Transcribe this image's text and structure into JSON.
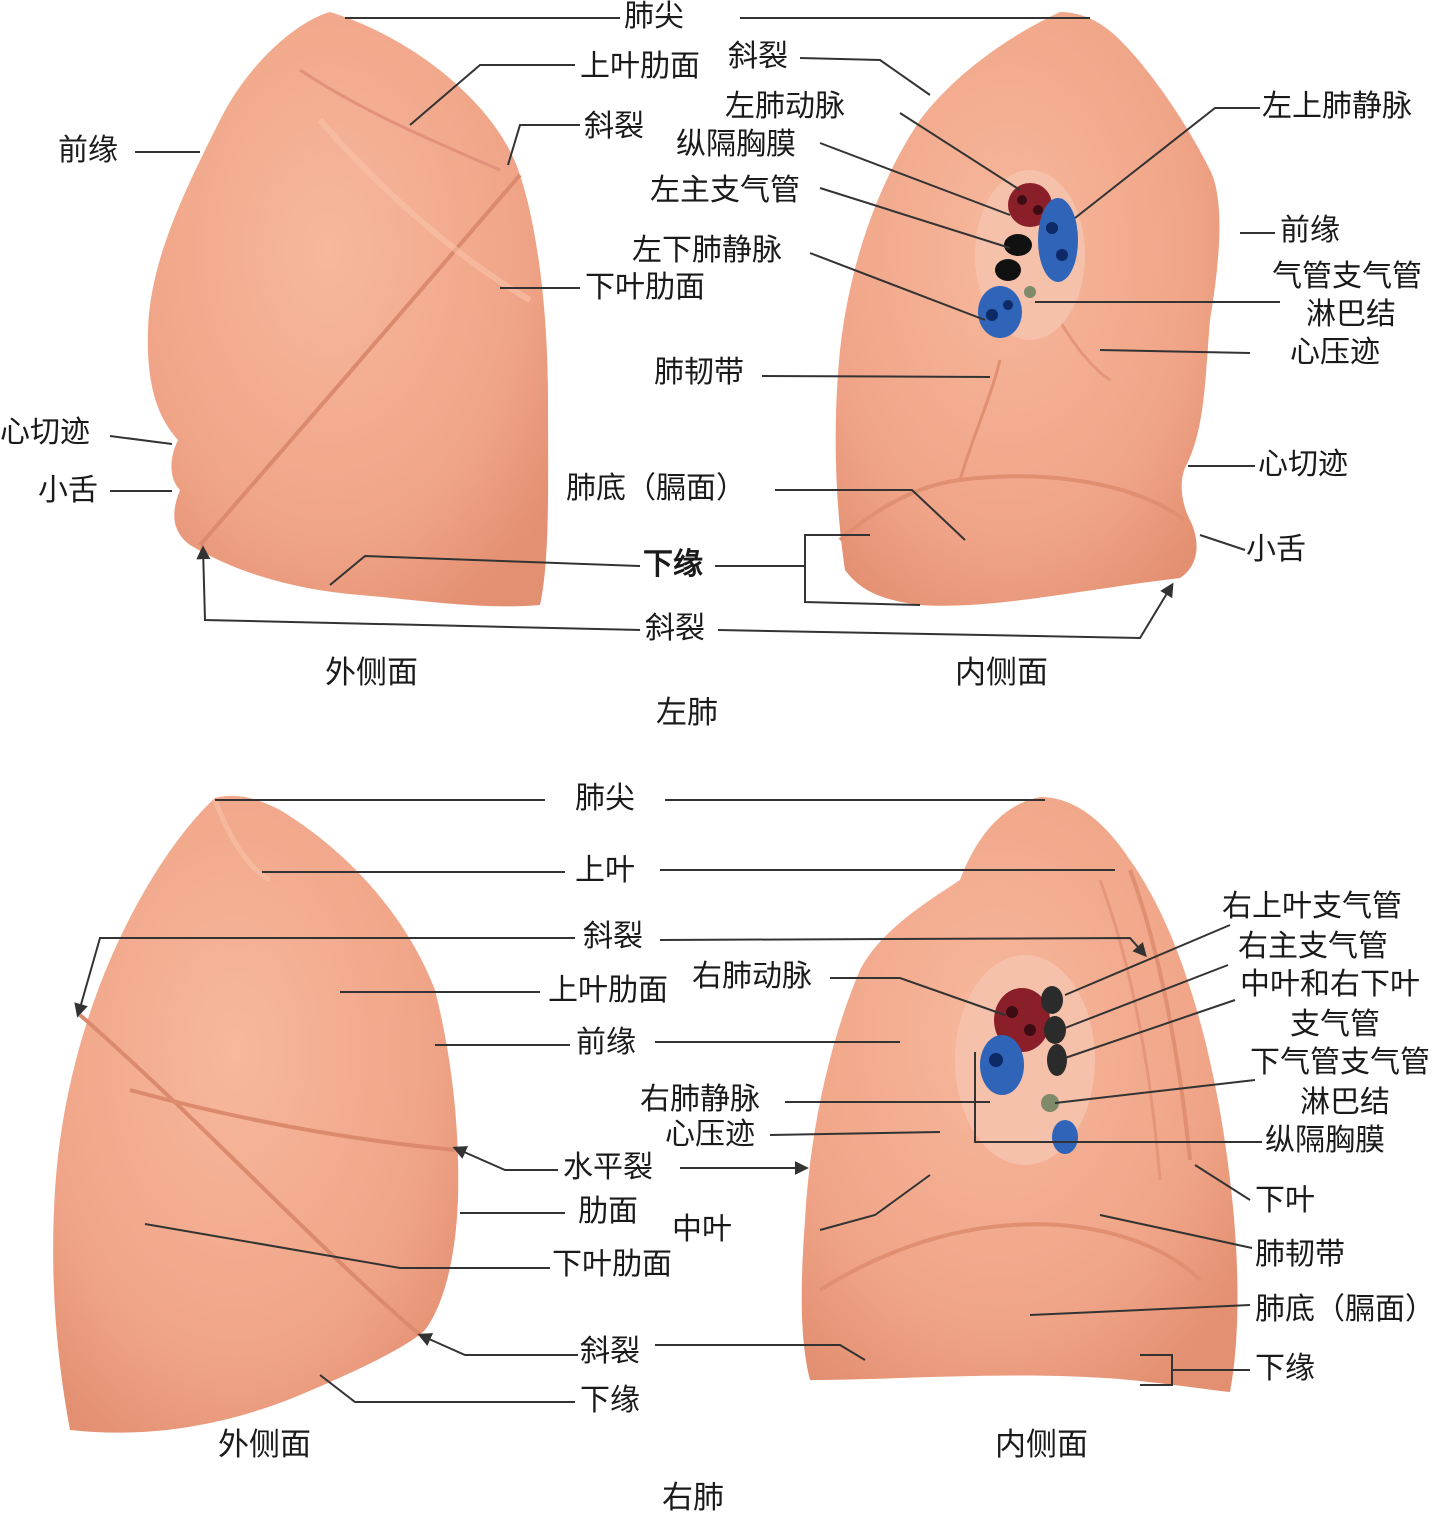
{
  "left_lung": {
    "title": "左肺",
    "lateral": {
      "caption": "外侧面",
      "labels": {
        "apex": "肺尖",
        "upper_costal": "上叶肋面",
        "anterior_border": "前缘",
        "oblique_fissure_top": "斜裂",
        "lower_costal": "下叶肋面",
        "cardiac_notch": "心切迹",
        "lingula": "小舌"
      }
    },
    "medial": {
      "caption": "内侧面",
      "labels": {
        "oblique_fissure_top": "斜裂",
        "pulmonary_artery": "左肺动脉",
        "mediastinal_pleura": "纵隔胸膜",
        "main_bronchus": "左主支气管",
        "inferior_pulmonary_vein": "左下肺静脉",
        "superior_pulmonary_vein": "左上肺静脉",
        "anterior_border": "前缘",
        "lymph_nodes_1": "气管支气管",
        "lymph_nodes_2": "淋巴结",
        "cardiac_impression": "心压迹",
        "pulmonary_ligament": "肺韧带",
        "cardiac_notch": "心切迹",
        "base": "肺底（膈面）",
        "lingula": "小舌"
      }
    },
    "shared": {
      "inferior_border": "下缘",
      "oblique_fissure": "斜裂"
    }
  },
  "right_lung": {
    "title": "右肺",
    "lateral": {
      "caption": "外侧面",
      "labels": {
        "apex": "肺尖",
        "upper_lobe": "上叶",
        "oblique_fissure": "斜裂",
        "upper_costal": "上叶肋面",
        "anterior_border": "前缘",
        "horizontal_fissure": "水平裂",
        "costal_surface": "肋面",
        "lower_costal": "下叶肋面",
        "oblique_fissure_bottom": "斜裂",
        "inferior_border": "下缘"
      }
    },
    "medial": {
      "caption": "内侧面",
      "labels": {
        "pulmonary_artery": "右肺动脉",
        "pulmonary_vein": "右肺静脉",
        "cardiac_impression": "心压迹",
        "middle_lobe": "中叶",
        "upper_lobe_bronchus": "右上叶支气管",
        "main_bronchus": "右主支气管",
        "middle_lower_bronchus_1": "中叶和右下叶",
        "middle_lower_bronchus_2": "支气管",
        "lymph_nodes_1": "下气管支气管",
        "lymph_nodes_2": "淋巴结",
        "mediastinal_pleura": "纵隔胸膜",
        "lower_lobe": "下叶",
        "pulmonary_ligament": "肺韧带",
        "base": "肺底（膈面）",
        "inferior_border": "下缘"
      }
    }
  },
  "colors": {
    "lung_fill": "#f2a98a",
    "lung_shade": "#e08f70",
    "artery": "#8a1f2a",
    "vein": "#2f64b8",
    "bronchus": "#111111",
    "node": "#7e8a6a",
    "line": "#333333"
  }
}
